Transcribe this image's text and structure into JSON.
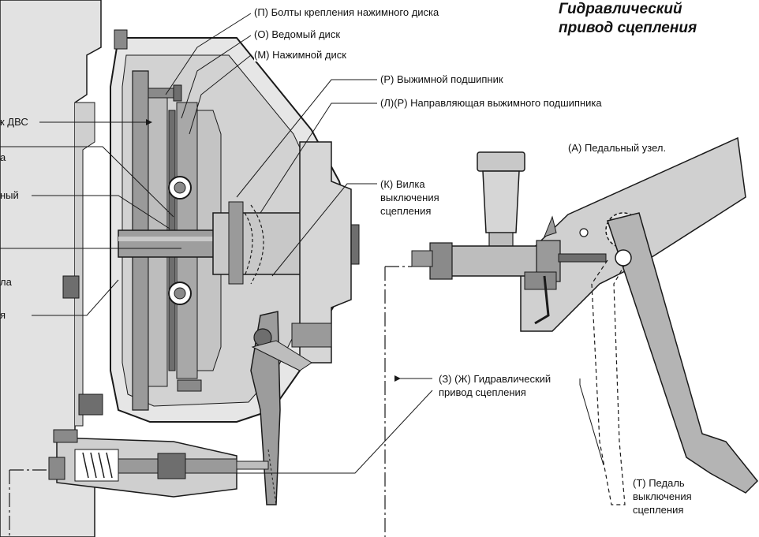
{
  "title_line1": "Гидравлический",
  "title_line2": "привод сцепления",
  "labels": {
    "pressure_plate_bolts": "(П) Болты крепления нажимного диска",
    "driven_disc": "(О) Ведомый диск",
    "pressure_plate": "(М) Нажимной диск",
    "release_bearing": "(Р) Выжимной подшипник",
    "release_bearing_guide": "(Л)(Р) Направляющая выжимного подшипника",
    "pedal_assembly": "(А) Педальный узел.",
    "release_fork": "(К) Вилка\nвыключения\nсцепления",
    "hydraulic_drive": "(З) (Ж) Гидравлический\nпривод сцепления",
    "clutch_pedal": "(Т) Педаль\nвыключения\nсцепления",
    "left_engine": "к ДВС",
    "left_a": "а",
    "left_ny": "ный",
    "left_la": "ла",
    "left_ya": "я"
  },
  "colors": {
    "line": "#1a1a1a",
    "housing_light": "#e6e6e6",
    "housing_mid": "#c8c8c8",
    "housing_dark": "#9a9a9a",
    "metal_dark": "#6e6e6e",
    "pedal_metal": "#b4b4b4"
  }
}
